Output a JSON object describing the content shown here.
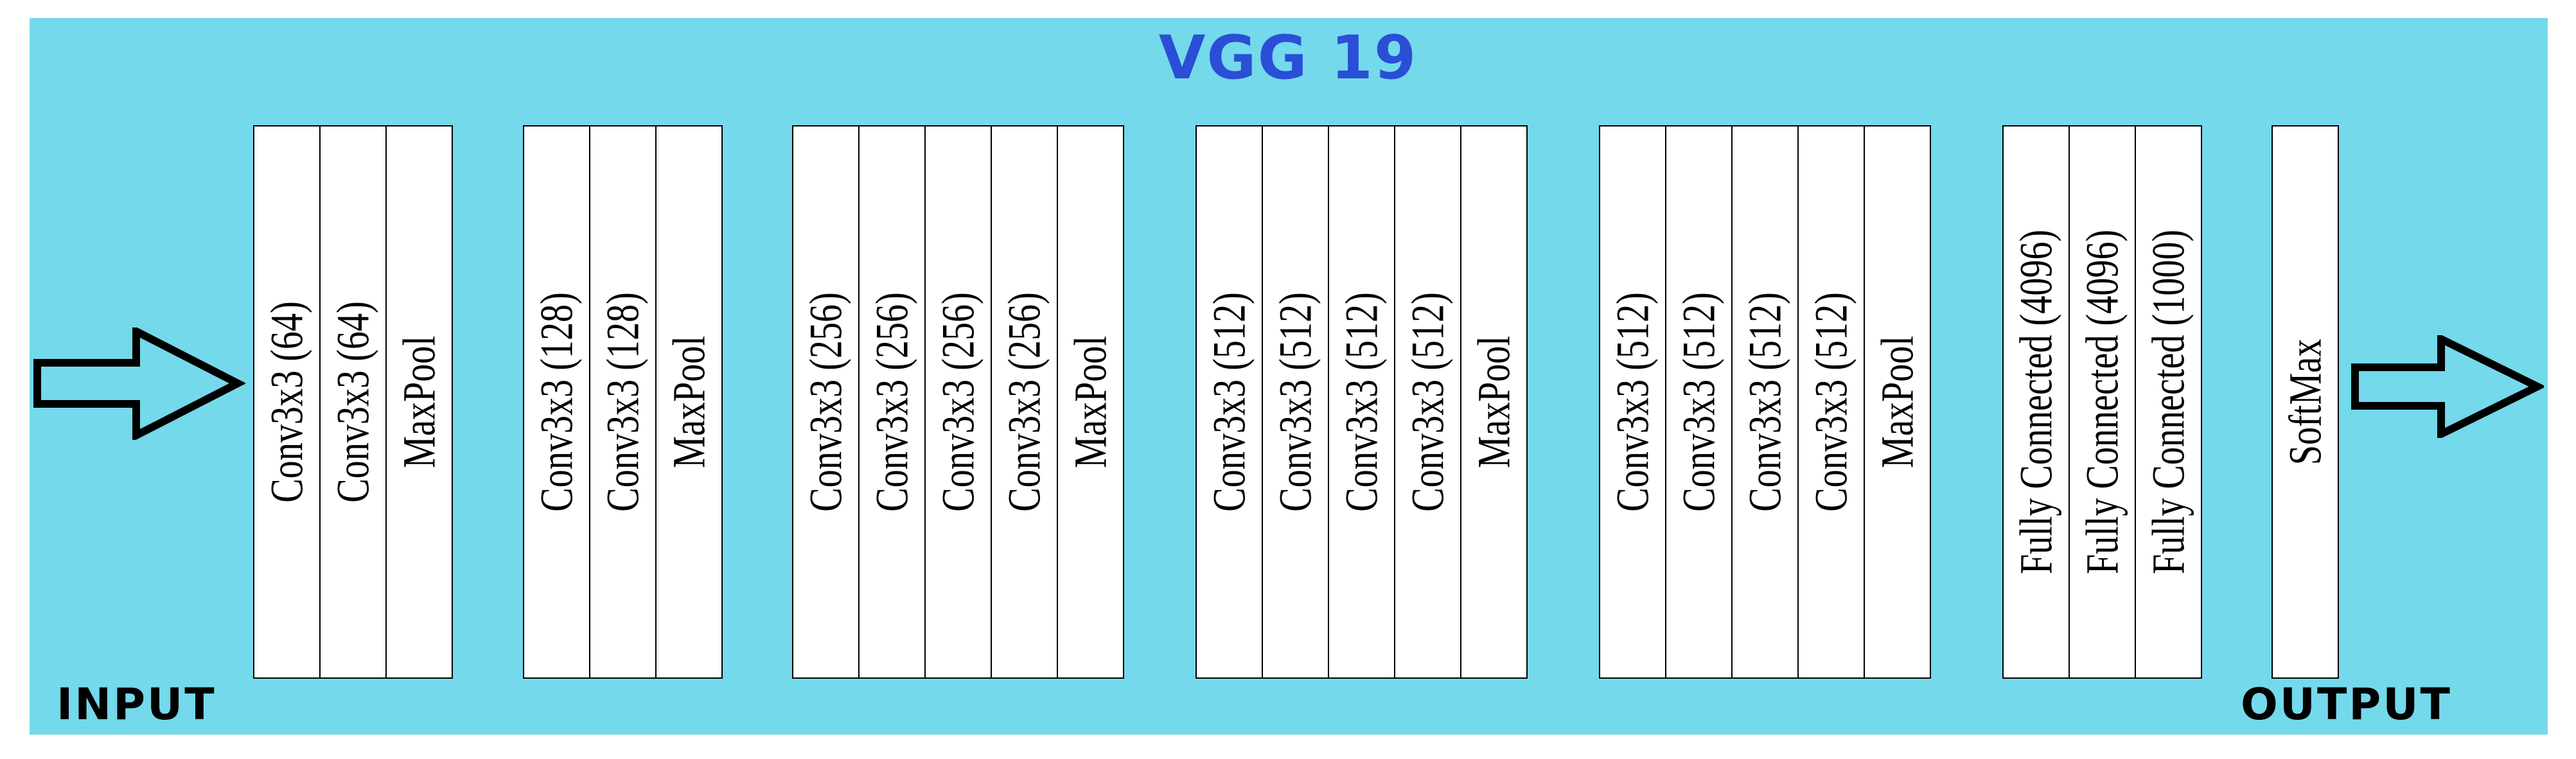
{
  "title": "VGG 19",
  "input_label": "INPUT",
  "output_label": "OUTPUT",
  "groups": [
    {
      "layers": [
        "Conv3x3 (64)",
        "Conv3x3 (64)",
        "MaxPool"
      ]
    },
    {
      "layers": [
        "Conv3x3 (128)",
        "Conv3x3 (128)",
        "MaxPool"
      ]
    },
    {
      "layers": [
        "Conv3x3 (256)",
        "Conv3x3 (256)",
        "Conv3x3 (256)",
        "Conv3x3 (256)",
        "MaxPool"
      ]
    },
    {
      "layers": [
        "Conv3x3 (512)",
        "Conv3x3 (512)",
        "Conv3x3 (512)",
        "Conv3x3 (512)",
        "MaxPool"
      ]
    },
    {
      "layers": [
        "Conv3x3 (512)",
        "Conv3x3 (512)",
        "Conv3x3 (512)",
        "Conv3x3 (512)",
        "MaxPool"
      ]
    },
    {
      "layers": [
        "Fully Connected (4096)",
        "Fully Connected (4096)",
        "Fully Connected (1000)"
      ]
    },
    {
      "layers": [
        "SoftMax"
      ]
    }
  ],
  "colors": {
    "background": "#74d9ea",
    "title": "#2a4fd6",
    "layer_fill": "#ffffff",
    "border": "#000000"
  }
}
